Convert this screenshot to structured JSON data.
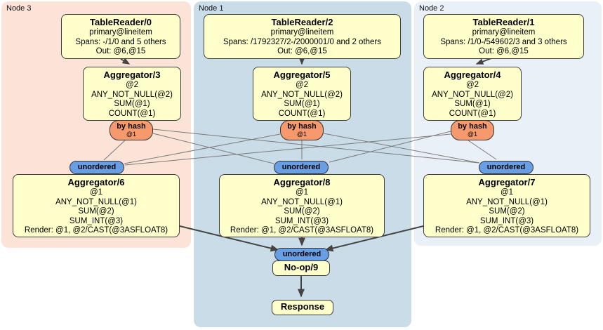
{
  "palette": {
    "region_node3_bg": "#fbe3d7",
    "region_node1_bg": "#cbdce9",
    "region_node2_bg": "#e9f0f8",
    "processor_box_fill": "#ffffcc",
    "router_fill": "#f69a6e",
    "sync_fill": "#689ee4",
    "border": "#3c3c3c",
    "arrow": "#444444"
  },
  "regions": {
    "node3": {
      "label": "Node 3"
    },
    "node1": {
      "label": "Node 1"
    },
    "node2": {
      "label": "Node 2"
    }
  },
  "processors": {
    "tr0": {
      "title": "TableReader/0",
      "sub": "primary@lineitem",
      "spans": "Spans: -/1/0 and 5 others",
      "out": "Out: @6,@15"
    },
    "tr2": {
      "title": "TableReader/2",
      "sub": "primary@lineitem",
      "spans": "Spans: /1792327/2-/2000001/0 and 2 others",
      "out": "Out: @6,@15"
    },
    "tr1": {
      "title": "TableReader/1",
      "sub": "primary@lineitem",
      "spans": "Spans: /1/0-/549602/3 and 3 others",
      "out": "Out: @6,@15"
    },
    "agg3": {
      "title": "Aggregator/3",
      "l1": "@2",
      "l2": "ANY_NOT_NULL(@2)",
      "l3": "SUM(@1)",
      "l4": "COUNT(@1)"
    },
    "agg5": {
      "title": "Aggregator/5",
      "l1": "@2",
      "l2": "ANY_NOT_NULL(@2)",
      "l3": "SUM(@1)",
      "l4": "COUNT(@1)"
    },
    "agg4": {
      "title": "Aggregator/4",
      "l1": "@2",
      "l2": "ANY_NOT_NULL(@2)",
      "l3": "SUM(@1)",
      "l4": "COUNT(@1)"
    },
    "agg6": {
      "title": "Aggregator/6",
      "l1": "@1",
      "l2": "ANY_NOT_NULL(@1)",
      "l3": "SUM(@2)",
      "l4": "SUM_INT(@3)",
      "l5": "Render: @1, @2/CAST(@3ASFLOAT8)"
    },
    "agg8": {
      "title": "Aggregator/8",
      "l1": "@1",
      "l2": "ANY_NOT_NULL(@1)",
      "l3": "SUM(@2)",
      "l4": "SUM_INT(@3)",
      "l5": "Render: @1, @2/CAST(@3ASFLOAT8)"
    },
    "agg7": {
      "title": "Aggregator/7",
      "l1": "@1",
      "l2": "ANY_NOT_NULL(@1)",
      "l3": "SUM(@2)",
      "l4": "SUM_INT(@3)",
      "l5": "Render: @1, @2/CAST(@3ASFLOAT8)"
    },
    "noop": {
      "title": "No-op/9"
    },
    "response": {
      "title": "Response"
    }
  },
  "routers": {
    "hash3": {
      "label": "by hash",
      "detail": "@1"
    },
    "hash5": {
      "label": "by hash",
      "detail": "@1"
    },
    "hash4": {
      "label": "by hash",
      "detail": "@1"
    }
  },
  "syncs": {
    "s6": {
      "label": "unordered"
    },
    "s8": {
      "label": "unordered"
    },
    "s7": {
      "label": "unordered"
    },
    "sfinal": {
      "label": "unordered"
    }
  }
}
